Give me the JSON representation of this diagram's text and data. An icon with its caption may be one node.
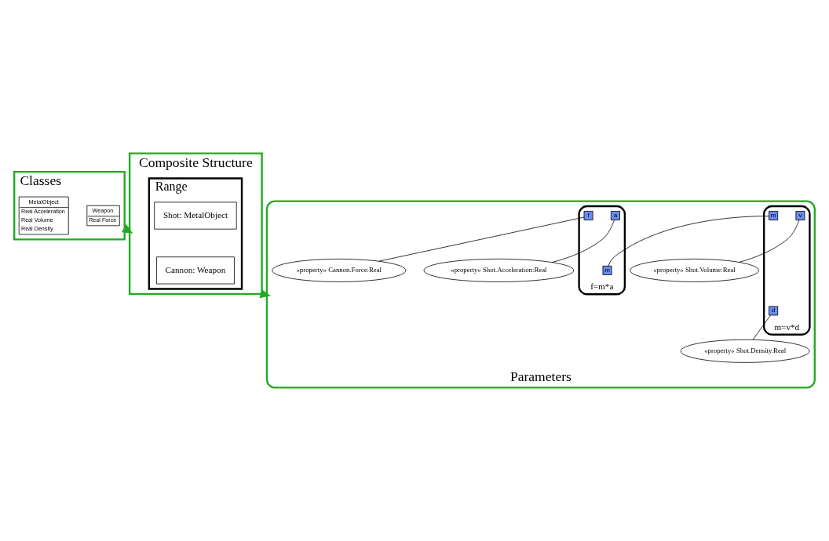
{
  "diagram": {
    "nodes": [
      {
        "text": [
          "Classes"
        ]
      },
      {
        "text": [
          "Weapon",
          "Real Force"
        ],
        "in": 0
      },
      {
        "text": [
          "MetalObject",
          "Real Acceleration",
          "Real Volume",
          "Real Density"
        ],
        "in": 0
      },
      {
        "text": [
          "Composite Structure"
        ]
      },
      {
        "text": [
          "Range"
        ],
        "in": 3
      },
      {
        "text": [
          "Cannon: Weapon"
        ],
        "in": 4
      },
      {
        "text": [
          "Shot: MetalObject"
        ],
        "in": 4
      },
      {
        "text": [
          "Parameters"
        ]
      },
      {
        "text": [
          "m=v*d"
        ],
        "in": 7
      },
      {
        "text": [
          "d"
        ],
        "in": 8
      },
      {
        "text": [
          "v"
        ],
        "in": 8
      },
      {
        "text": [
          "m"
        ],
        "in": 8
      },
      {
        "text": [
          "«property» Shot.Density.Real"
        ],
        "in": 7
      },
      {
        "text": [
          "«property» Shot.Volume:Real"
        ],
        "in": 7
      },
      {
        "text": [
          "f=m*a"
        ],
        "in": 7
      },
      {
        "text": [
          "m"
        ],
        "in": 14
      },
      {
        "text": [
          "f"
        ],
        "in": 14
      },
      {
        "text": [
          "a"
        ],
        "in": 14
      },
      {
        "text": [
          "«property» Cannon.Force:Real"
        ],
        "in": 7
      },
      {
        "text": [
          "«property» Shot.Acceleration:Real"
        ],
        "in": 7
      }
    ],
    "edges": [
      {
        "from": 0,
        "to": 3,
        "arrow": "to",
        "style": "thick",
        "color": "#22aa22"
      },
      {
        "from": 3,
        "to": 7,
        "arrow": "to",
        "style": "thick",
        "color": "#22aa22"
      },
      {
        "from": 9,
        "to": 12,
        "arrow": "none"
      },
      {
        "from": 10,
        "to": 13,
        "arrow": "none"
      },
      {
        "from": 11,
        "to": 15,
        "arrow": "none"
      },
      {
        "from": 16,
        "to": 18,
        "arrow": "none"
      },
      {
        "from": 17,
        "to": 19,
        "arrow": "none"
      }
    ]
  }
}
